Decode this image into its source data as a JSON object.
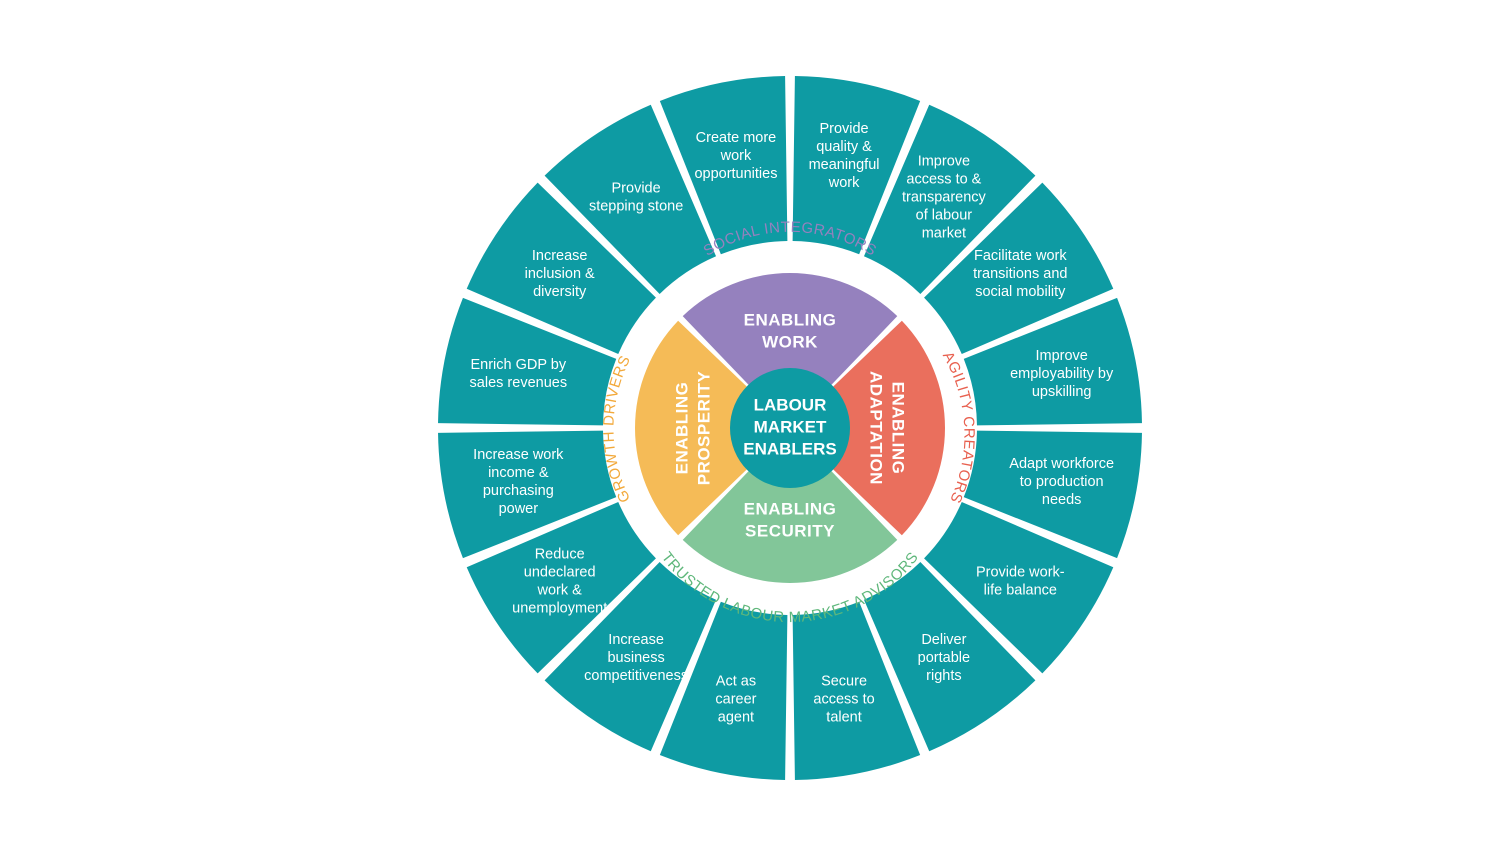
{
  "colors": {
    "outer_segment": "#0e9ba3",
    "work": "#9581be",
    "adaptation": "#ea6f5d",
    "security": "#82c699",
    "prosperity": "#f5bb57",
    "center": "#0e9ba3",
    "social_integrators": "#9581be",
    "agility_creators": "#e8604f",
    "trusted_advisors": "#5fb77b",
    "growth_drivers": "#f2a93b"
  },
  "center": {
    "lines": [
      "LABOUR",
      "MARKET",
      "ENABLERS"
    ]
  },
  "quadrants": {
    "work": [
      "ENABLING",
      "WORK"
    ],
    "adaptation": [
      "ENABLING",
      "ADAPTATION"
    ],
    "security": [
      "ENABLING",
      "SECURITY"
    ],
    "prosperity": [
      "ENABLING",
      "PROSPERITY"
    ]
  },
  "ring_labels": {
    "social_integrators": "SOCIAL INTEGRATORS",
    "agility_creators": "AGILITY CREATORS",
    "trusted_advisors": "TRUSTED LABOUR MARKET ADVISORS",
    "growth_drivers": "GROWTH DRIVERS"
  },
  "segments": [
    {
      "lines": [
        "Provide",
        "quality &",
        "meaningful",
        "work"
      ]
    },
    {
      "lines": [
        "Improve",
        "access to &",
        "transparency",
        "of labour",
        "market"
      ]
    },
    {
      "lines": [
        "Facilitate work",
        "transitions and",
        "social mobility"
      ]
    },
    {
      "lines": [
        "Improve",
        "employability by",
        "upskilling"
      ]
    },
    {
      "lines": [
        "Adapt workforce",
        "to production",
        "needs"
      ]
    },
    {
      "lines": [
        "Provide work-",
        "life balance"
      ]
    },
    {
      "lines": [
        "Deliver",
        "portable",
        "rights"
      ]
    },
    {
      "lines": [
        "Secure",
        "access to",
        "talent"
      ]
    },
    {
      "lines": [
        "Act as",
        "career",
        "agent"
      ]
    },
    {
      "lines": [
        "Increase",
        "business",
        "competitiveness"
      ]
    },
    {
      "lines": [
        "Reduce",
        "undeclared",
        "work &",
        "unemployment"
      ]
    },
    {
      "lines": [
        "Increase work",
        "income &",
        "purchasing",
        "power"
      ]
    },
    {
      "lines": [
        "Enrich GDP by",
        "sales revenues"
      ]
    },
    {
      "lines": [
        "Increase",
        "inclusion &",
        "diversity"
      ]
    },
    {
      "lines": [
        "Provide",
        "stepping stone"
      ]
    },
    {
      "lines": [
        "Create more",
        "work",
        "opportunities"
      ]
    }
  ]
}
